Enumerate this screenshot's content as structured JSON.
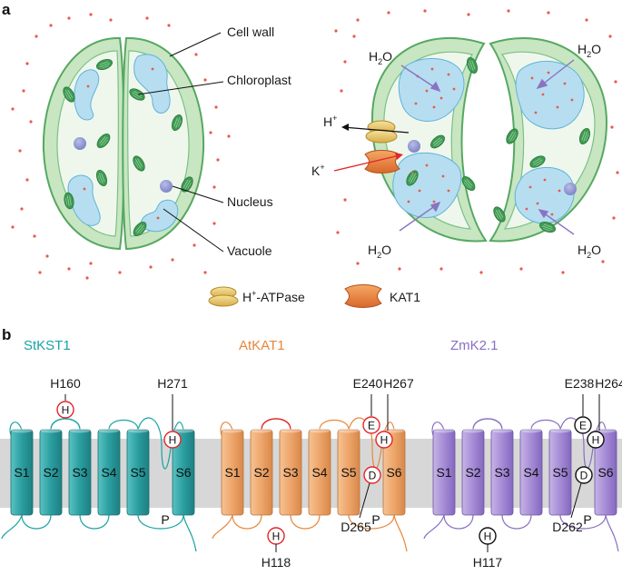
{
  "panel_a": {
    "letter": "a",
    "labels": {
      "cell_wall": "Cell wall",
      "chloroplast": "Chloroplast",
      "nucleus": "Nucleus",
      "vacuole": "Vacuole",
      "h_plus": "H",
      "k_plus": "K",
      "water_h": "H",
      "water_o": "O",
      "water_2": "2",
      "plus": "+"
    },
    "legend": {
      "atpase_h": "H",
      "atpase_rest": "-ATPase",
      "kat1": "KAT1"
    }
  },
  "panel_b": {
    "letter": "b",
    "segment_labels": [
      "S1",
      "S2",
      "S3",
      "S4",
      "S5",
      "S6"
    ],
    "pore_label": "P",
    "channels": [
      {
        "name": "StKST1",
        "color": "#1aa3a3",
        "residues": {
          "a": "H160",
          "b": "H271"
        }
      },
      {
        "name": "AtKAT1",
        "color": "#e8873a",
        "residues": {
          "a": "E240",
          "b": "H267",
          "c": "D265",
          "d": "H118"
        }
      },
      {
        "name": "ZmK2.1",
        "color": "#8a6fc2",
        "residues": {
          "a": "E238",
          "b": "H264",
          "c": "D262",
          "d": "H117"
        }
      }
    ],
    "circle_letters": {
      "h": "H",
      "e": "E",
      "d": "D"
    }
  }
}
